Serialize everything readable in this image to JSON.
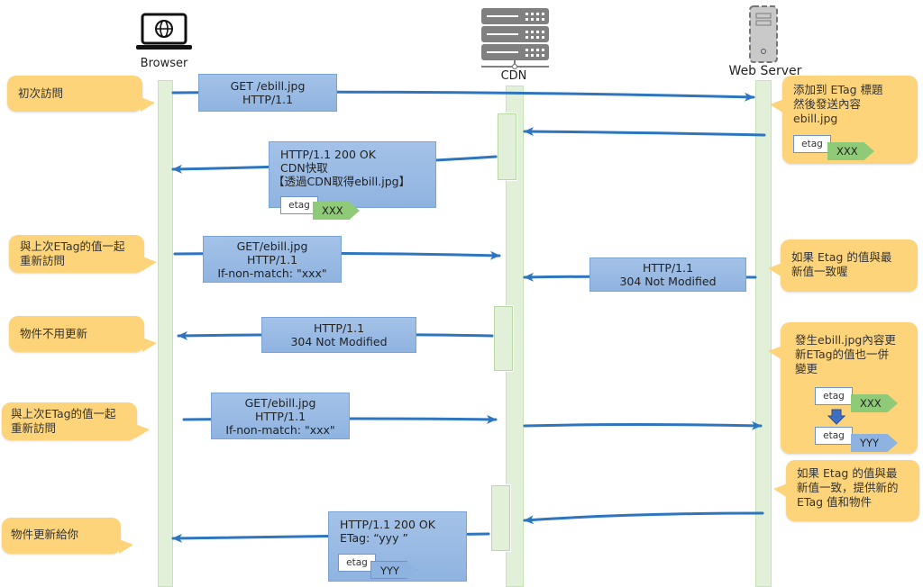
{
  "actors": {
    "browser": {
      "label": "Browser",
      "icon": "laptop-globe-icon"
    },
    "cdn": {
      "label": "CDN",
      "icon": "server-rack-icon"
    },
    "server": {
      "label": "Web Server",
      "icon": "server-tower-icon"
    }
  },
  "colors": {
    "arrow": "#2e75c0",
    "lifeline": "#e2f0d9",
    "message_box": "#9dbde6",
    "note": "#fdd47a",
    "etag_old": "#8fca78",
    "etag_new": "#8fb3e0"
  },
  "messages": [
    {
      "id": "m1",
      "lines": [
        "GET /ebill.jpg",
        "HTTP/1.1"
      ],
      "direction": "browser-to-server"
    },
    {
      "id": "m2",
      "lines": [
        "HTTP/1.1 200 OK",
        "CDN快取",
        "【透過CDN取得ebill.jpg】"
      ],
      "etag": {
        "key": "etag",
        "value": "XXX"
      },
      "direction": "cdn-to-browser"
    },
    {
      "id": "m3",
      "lines": [
        "GET/ebill.jpg",
        "HTTP/1.1",
        "If-non-match: \"xxx\""
      ],
      "direction": "browser-to-cdn"
    },
    {
      "id": "m4",
      "lines": [
        "HTTP/1.1",
        "304 Not Modified"
      ],
      "direction": "server-to-cdn"
    },
    {
      "id": "m5",
      "lines": [
        "HTTP/1.1",
        "304 Not Modified"
      ],
      "direction": "cdn-to-browser"
    },
    {
      "id": "m6",
      "lines": [
        "GET/ebill.jpg",
        "HTTP/1.1",
        "If-non-match: \"xxx\""
      ],
      "direction": "browser-to-cdn"
    },
    {
      "id": "m7",
      "lines": [
        "HTTP/1.1 200 OK",
        "ETag: “yyy ”"
      ],
      "etag": {
        "key": "etag",
        "value": "YYY"
      },
      "direction": "cdn-to-browser"
    }
  ],
  "notes": {
    "left": [
      {
        "text": "初次訪問"
      },
      {
        "lines": [
          "與上次ETag的值一起",
          "重新訪問"
        ]
      },
      {
        "text": "物件不用更新"
      },
      {
        "lines": [
          "與上次ETag的值一起",
          "重新訪問"
        ]
      },
      {
        "text": "物件更新給你"
      }
    ],
    "right": [
      {
        "lines": [
          "添加到 ETag 標題",
          "然後發送內容",
          "ebill.jpg"
        ],
        "etag": {
          "key": "etag",
          "value": "XXX"
        }
      },
      {
        "lines": [
          "如果 Etag 的值與最",
          "新值一致喔"
        ]
      },
      {
        "lines": [
          "發生ebill.jpg內容更",
          "新ETag的值也一併",
          "變更"
        ],
        "etag_old": {
          "key": "etag",
          "value": "XXX"
        },
        "etag_new": {
          "key": "etag",
          "value": "YYY"
        }
      },
      {
        "lines": [
          "如果 Etag 的值與最",
          "新值一致，提供新的",
          "ETag 值和物件"
        ]
      }
    ]
  }
}
